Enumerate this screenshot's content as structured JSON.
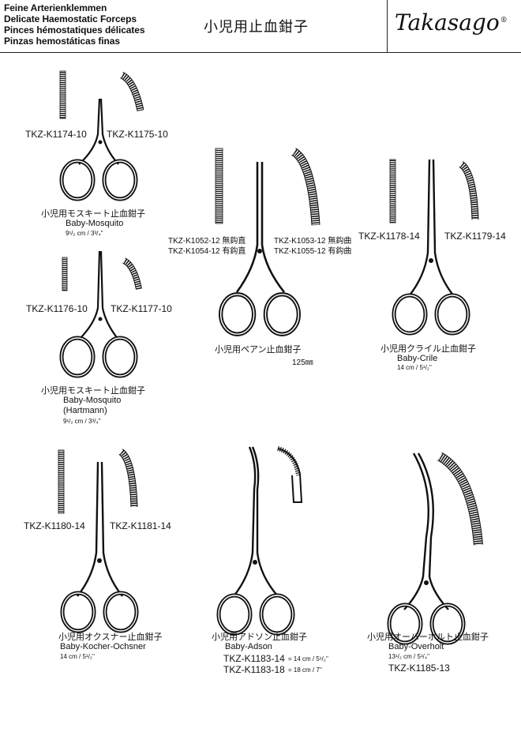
{
  "header": {
    "lines": [
      "Feine Arterienklemmen",
      "Delicate Haemostatic Forceps",
      "Pinces hémostatiques délicates",
      "Pinzas hemostáticas finas"
    ],
    "title_jp": "小児用止血鉗子",
    "brand": "Takasago",
    "brand_mark": "®"
  },
  "products": {
    "mosquito": {
      "code_left": "TKZ-K1174-10",
      "code_right": "TKZ-K1175-10",
      "name_jp": "小児用モスキート止血鉗子",
      "name_en": "Baby-Mosquito",
      "size": "9¹/₂ cm / 3³/₄''"
    },
    "mosquito_hartmann": {
      "code_left": "TKZ-K1176-10",
      "code_right": "TKZ-K1177-10",
      "name_jp": "小児用モスキート止血鉗子",
      "name_en": "Baby-Mosquito",
      "name_en2": "(Hartmann)",
      "size": "9¹/₂ cm / 3³/₄''"
    },
    "pean": {
      "code_l1": "TKZ-K1052-12 無鈎直",
      "code_l2": "TKZ-K1054-12 有鈎直",
      "code_r1": "TKZ-K1053-12 無鈎曲",
      "code_r2": "TKZ-K1055-12 有鈎曲",
      "name_jp": "小児用ペアン止血鉗子",
      "size": "125㎜"
    },
    "crile": {
      "code_left": "TKZ-K1178-14",
      "code_right": "TKZ-K1179-14",
      "name_jp": "小児用クライル止血鉗子",
      "name_en": "Baby-Crile",
      "size": "14 cm / 5¹/₂''"
    },
    "kocher": {
      "code_left": "TKZ-K1180-14",
      "code_right": "TKZ-K1181-14",
      "name_jp": "小児用オクスナー止血鉗子",
      "name_en": "Baby-Kocher-Ochsner",
      "size": "14 cm / 5¹/₂''"
    },
    "adson": {
      "name_jp": "小児用アドソン止血鉗子",
      "name_en": "Baby-Adson",
      "code1": "TKZ-K1183-14",
      "size1": "= 14 cm / 5¹/₂''",
      "code2": "TKZ-K1183-18",
      "size2": "= 18 cm / 7''"
    },
    "overholt": {
      "name_jp": "小児用オーバーホルト止血鉗子",
      "name_en": "Baby-Overholt",
      "size": "13¹/₂ cm / 5¹/₄''",
      "code": "TKZ-K1185-13"
    }
  }
}
